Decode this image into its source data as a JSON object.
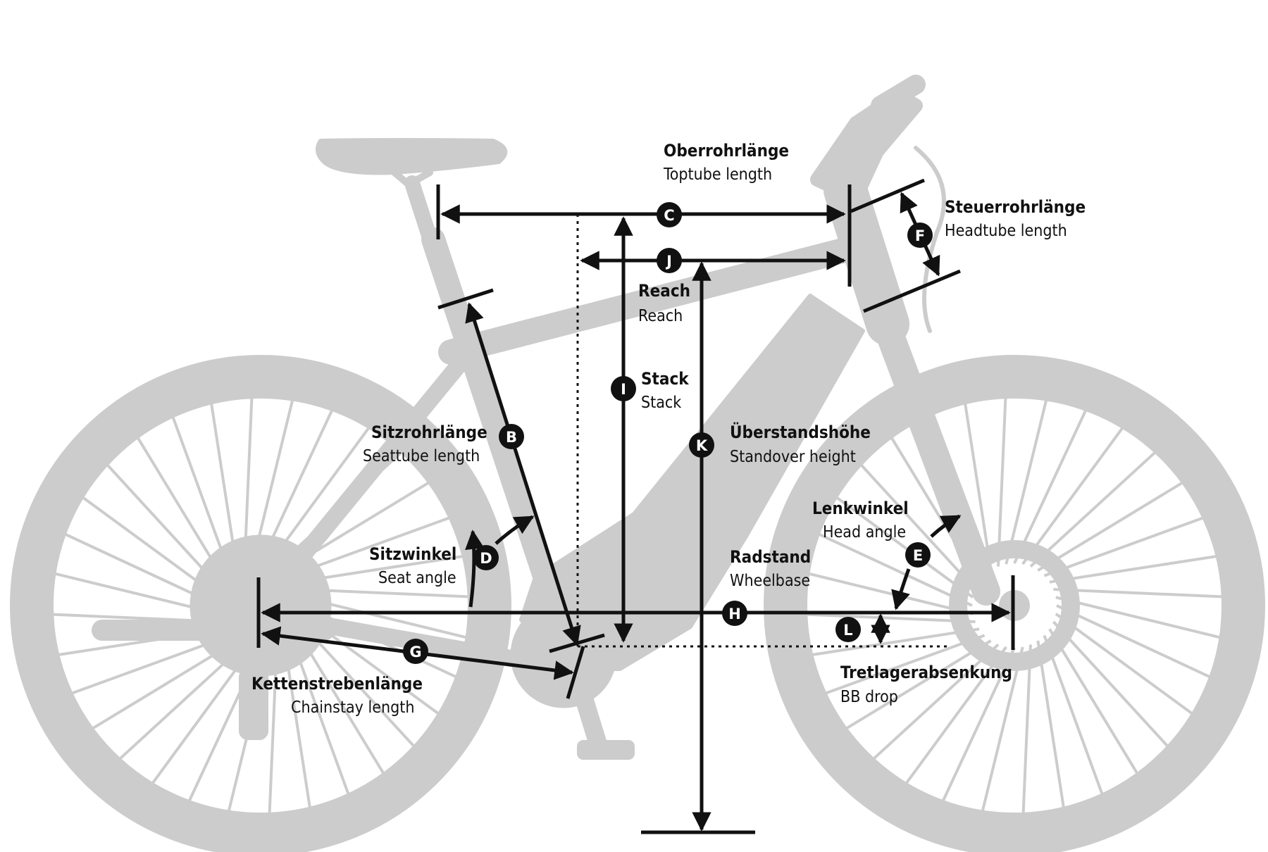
{
  "colors": {
    "bike": "#cccccc",
    "lines": "#111111",
    "badge": "#111111",
    "background": "#ffffff"
  },
  "measurements": [
    {
      "id": "B",
      "de": "Sitzrohrlänge",
      "en": "Seattube length"
    },
    {
      "id": "C",
      "de": "Oberrohrlänge",
      "en": "Toptube length"
    },
    {
      "id": "D",
      "de": "Sitzwinkel",
      "en": "Seat angle"
    },
    {
      "id": "E",
      "de": "Lenkwinkel",
      "en": "Head angle"
    },
    {
      "id": "F",
      "de": "Steuerrohrlänge",
      "en": "Headtube length"
    },
    {
      "id": "G",
      "de": "Kettenstrebenlänge",
      "en": "Chainstay length"
    },
    {
      "id": "H",
      "de": "Radstand",
      "en": "Wheelbase"
    },
    {
      "id": "I",
      "de": "Stack",
      "en": "Stack"
    },
    {
      "id": "J",
      "de": "Reach",
      "en": "Reach"
    },
    {
      "id": "K",
      "de": "Überstandshöhe",
      "en": "Standover height"
    },
    {
      "id": "L",
      "de": "Tretlagerabsenkung",
      "en": "BB drop"
    }
  ]
}
